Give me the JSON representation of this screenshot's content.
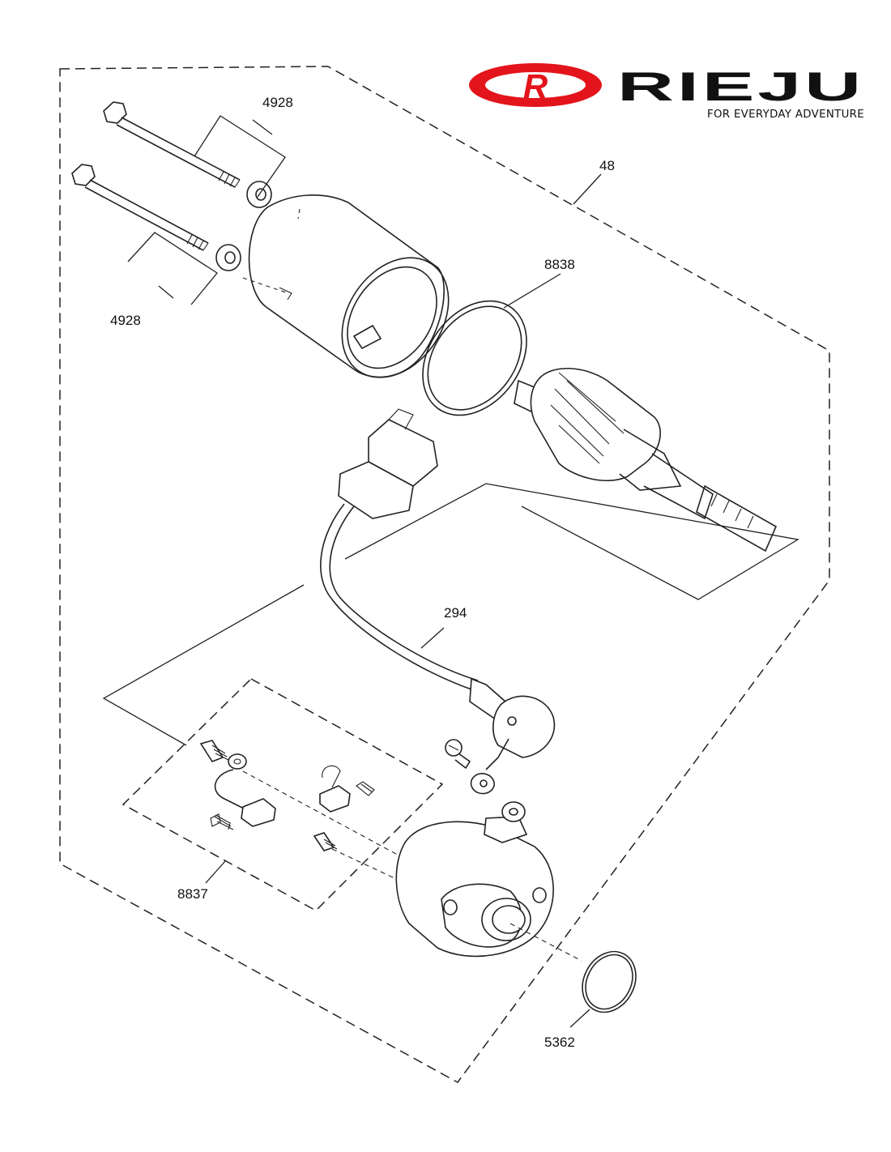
{
  "logo": {
    "emblem_letter": "R",
    "wordmark": "RIEJU",
    "tagline": "FOR EVERYDAY ADVENTURE",
    "brand_color": "#e3141b"
  },
  "callouts": {
    "assembly": "48",
    "bolt_top": "4928",
    "bolt_bottom": "4928",
    "o_ring_large": "8838",
    "cable": "294",
    "brush_kit": "8837",
    "o_ring_small": "5362"
  }
}
